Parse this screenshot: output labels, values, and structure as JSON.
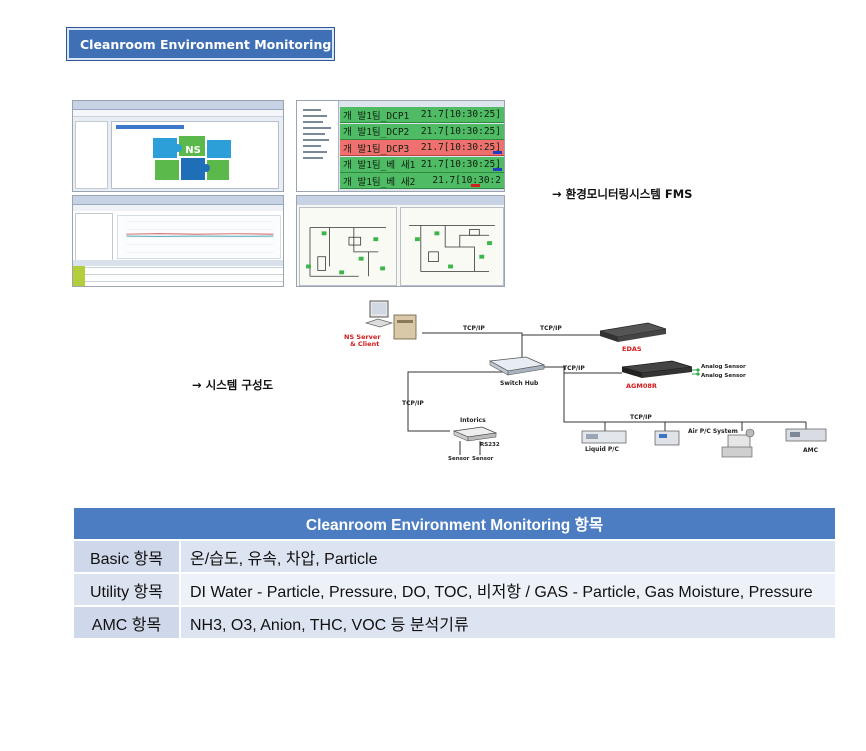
{
  "header": {
    "title": "Cleanroom Environment Monitoring"
  },
  "fms_screen": {
    "rows": [
      {
        "name": "개 발1팀_DCP1",
        "value": "21.7[10:30:25]",
        "status": "normal"
      },
      {
        "name": "개 발1팀_DCP2",
        "value": "21.7[10:30:25]",
        "status": "normal"
      },
      {
        "name": "개 발1팀_DCP3",
        "value": "21.7[10:30:25]",
        "status": "alarm"
      },
      {
        "name": "개 발1팀_베 새1",
        "value": "21.7[10:30:25]",
        "status": "normal"
      },
      {
        "name": "개 발1팀_베 새2",
        "value": "21.7[10:30:2",
        "status": "normal"
      }
    ],
    "puzzle_label": "NS"
  },
  "captions": {
    "fms": "→ 환경모니터링시스템 FMS",
    "diagram": "→ 시스템 구성도"
  },
  "diagram": {
    "server_label_1": "NS Server",
    "server_label_2": "& Client",
    "link_tcpip": "TCP/IP",
    "switch_hub": "Switch Hub",
    "edas": "EDAS",
    "agm": "AGM08R",
    "analog_sensor": "Analog Sensor",
    "intorics": "Intorics",
    "rs232": "RS232",
    "sensor": "Sensor",
    "liquid_pc": "Liquid P/C",
    "air_pc": "Air P/C System",
    "amc": "AMC"
  },
  "table": {
    "header": "Cleanroom Environment Monitoring 항목",
    "rows": [
      {
        "label": "Basic 항목",
        "value": "온/습도, 유속, 차압, Particle"
      },
      {
        "label": "Utility 항목",
        "value": "DI Water - Particle, Pressure, DO, TOC, 비저항 / GAS - Particle, Gas Moisture, Pressure"
      },
      {
        "label": "AMC 항목",
        "value": "NH3, O3, Anion, THC, VOC 등 분석기류"
      }
    ]
  },
  "colors": {
    "title_bg": "#3f6fb4",
    "table_header_bg": "#4c7cc1",
    "row_normal": "#4fbb64",
    "row_alarm": "#f07070",
    "edas_label": "#d11a1a"
  }
}
